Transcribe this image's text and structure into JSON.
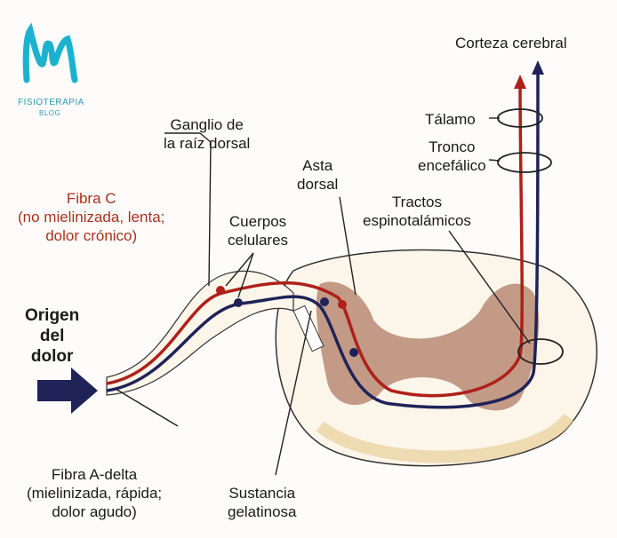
{
  "logo": {
    "brand": "FISIOTERAPIA",
    "sub": "BLOG",
    "color": "#1bb2cf"
  },
  "labels": {
    "corteza": "Corteza cerebral",
    "talamo": "Tálamo",
    "tronco_1": "Tronco",
    "tronco_2": "encefálico",
    "tractos_1": "Tractos",
    "tractos_2": "espinotalámicos",
    "asta_1": "Asta",
    "asta_2": "dorsal",
    "ganglio_1": "Ganglio de",
    "ganglio_2": "la raíz dorsal",
    "fibra_c_1": "Fibra C",
    "fibra_c_2": "(no mielinizada, lenta;",
    "fibra_c_3": "dolor crónico)",
    "cuerpos_1": "Cuerpos",
    "cuerpos_2": "celulares",
    "origen_1": "Origen",
    "origen_2": "del",
    "origen_3": "dolor",
    "fibra_a_1": "Fibra A-delta",
    "fibra_a_2": "(mielinizada, rápida;",
    "fibra_a_3": "dolor agudo)",
    "sustancia_1": "Sustancia",
    "sustancia_2": "gelatinosa"
  },
  "colors": {
    "c_fiber": "#b0201a",
    "a_delta_fiber": "#1f2358",
    "gray_matter": "#b98a74",
    "arrow": "#1f2358"
  }
}
